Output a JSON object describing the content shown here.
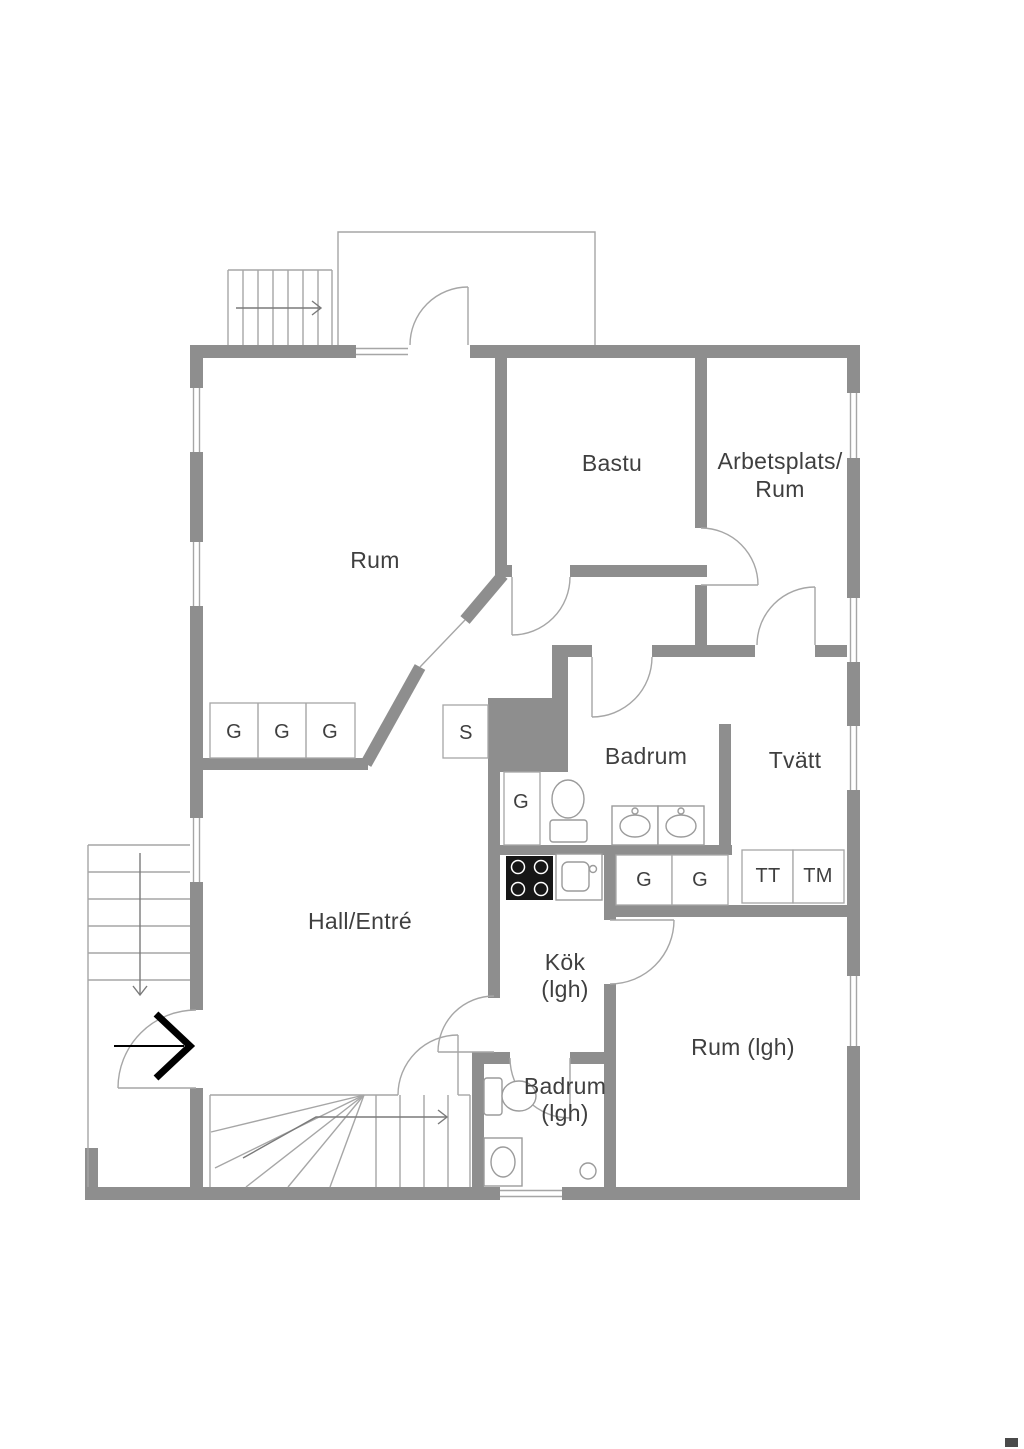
{
  "floorplan": {
    "rooms": {
      "rum": "Rum",
      "bastu": "Bastu",
      "arbetsplats_line1": "Arbetsplats/",
      "arbetsplats_line2": "Rum",
      "badrum": "Badrum",
      "tvatt": "Tvätt",
      "hall": "Hall/Entré",
      "kok_line1": "Kök",
      "kok_line2": "(lgh)",
      "rum_lgh": "Rum (lgh)",
      "badrum_lgh_line1": "Badrum",
      "badrum_lgh_line2": "(lgh)"
    },
    "cabinets": {
      "g1": "G",
      "g2": "G",
      "g3": "G",
      "s": "S",
      "g_hall": "G",
      "g_lgh1": "G",
      "g_lgh2": "G",
      "tt": "TT",
      "tm": "TM"
    },
    "colors": {
      "wall": "#8e8e8e",
      "line": "#a6a6a6",
      "fixture": "#9b9b9b",
      "text": "#3f3f3f",
      "stove": "#161616"
    }
  }
}
